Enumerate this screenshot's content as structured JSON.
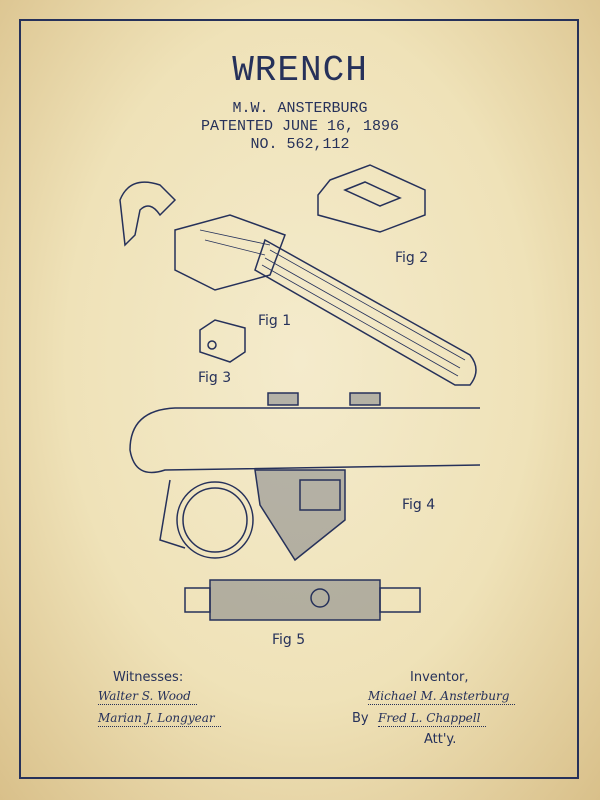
{
  "header": {
    "title": "WRENCH",
    "inventor": "M.W. ANSTERBURG",
    "patented": "PATENTED JUNE 16, 1896",
    "number": "NO. 562,112"
  },
  "figures": {
    "fig1": "Fig 1",
    "fig2": "Fig 2",
    "fig3": "Fig 3",
    "fig4": "Fig 4",
    "fig5": "Fig 5"
  },
  "footer": {
    "witnesses_label": "Witnesses:",
    "inventor_label": "Inventor,",
    "by_label": "By",
    "atty_label": "Att'y.",
    "witness_signatures": [
      "Walter S. Wood",
      "Marian J. Longyear"
    ],
    "inventor_signature": "Michael M. Ansterburg",
    "attorney_signature": "Fred L. Chappell"
  },
  "colors": {
    "ink": "#26315a",
    "paper": "#f1e6c4"
  }
}
